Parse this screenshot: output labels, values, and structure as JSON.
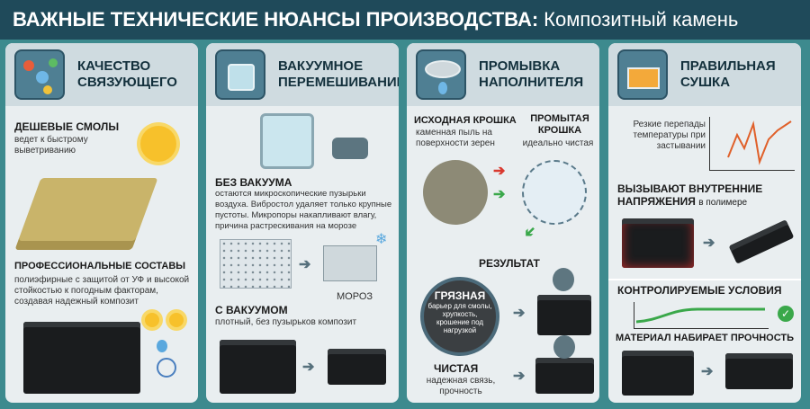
{
  "title": {
    "bold": "ВАЖНЫЕ ТЕХНИЧЕСКИЕ НЮАНСЫ ПРОИЗВОДСТВА:",
    "rest": "Композитный камень"
  },
  "panels": [
    {
      "title": "КАЧЕСТВО СВЯЗУЮЩЕГО",
      "icon": "molecule-icon",
      "bad_head": "ДЕШЕВЫЕ СМОЛЫ",
      "bad_text": "ведет к быстрому выветриванию",
      "good_head": "ПРОФЕССИОНАЛЬНЫЕ СОСТАВЫ",
      "good_text": "полиэфирные с защитой от УФ и высокой стойкостью к погодным факторам, создавая надежный композит"
    },
    {
      "title": "ВАКУУМНОЕ ПЕРЕМЕШИВАНИЕ",
      "icon": "vacuum-mixer-icon",
      "bad_head": "БЕЗ ВАКУУМА",
      "bad_text": "остаются микроскопические пузырьки воздуха. Вибростол удаляет только крупные пустоты. Микропоры накапливают влагу, причина растрескивания на морозе",
      "frost": "МОРОЗ",
      "good_head": "С ВАКУУМОМ",
      "good_text": "плотный, без пузырьков композит"
    },
    {
      "title": "ПРОМЫВКА НАПОЛНИТЕЛЯ",
      "icon": "sieve-icon",
      "raw_head": "ИСХОДНАЯ КРОШКА",
      "raw_text": "каменная пыль на поверхности зерен",
      "washed_head": "ПРОМЫТАЯ КРОШКА",
      "washed_text": "идеально чистая",
      "result": "РЕЗУЛЬТАТ",
      "dirty_head": "ГРЯЗНАЯ",
      "dirty_text1": "барьер для смолы,",
      "dirty_text2": "хрупкость, крошение под нагрузкой",
      "clean_head": "ЧИСТАЯ",
      "clean_text": "надежная связь, прочность"
    },
    {
      "title": "ПРАВИЛЬНАЯ СУШКА",
      "icon": "oven-icon",
      "temp_text": "Резкие перепады температуры при застывании",
      "stress_head": "ВЫЗЫВАЮТ ВНУТРЕННИЕ НАПРЯЖЕНИЯ",
      "stress_text": "в полимере",
      "ctrl_head": "КОНТРОЛИРУЕМЫЕ УСЛОВИЯ",
      "strength_head": "МАТЕРИАЛ НАБИРАЕТ ПРОЧНОСТЬ"
    }
  ],
  "colors": {
    "header": "#1f4a5a",
    "panel": "#e9eef0",
    "good": "#3aa84a",
    "bad": "#d9392f"
  }
}
